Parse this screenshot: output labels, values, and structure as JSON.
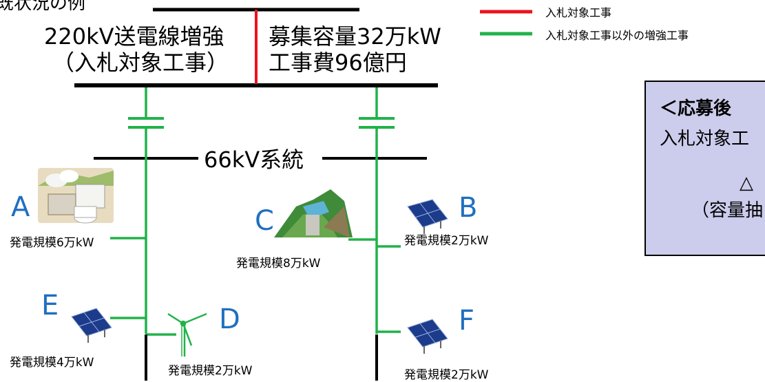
{
  "title_fragment": "既状況の例",
  "legend": {
    "red_label": "入札対象工事",
    "green_label": "入札対象工事以外の増強工事",
    "red_color": "#e8141e",
    "green_color": "#21b24a"
  },
  "upper": {
    "line_name": "220kV送電線増強",
    "line_note": "（入札対象工事）",
    "capacity": "募集容量32万kW",
    "cost": "工事費96億円"
  },
  "system_label": "66kV系統",
  "generators": [
    {
      "letter": "A",
      "scale": "発電規模6万kW",
      "icon": "thermal-plant-icon"
    },
    {
      "letter": "B",
      "scale": "発電規模2万kW",
      "icon": "solar-panel-icon"
    },
    {
      "letter": "C",
      "scale": "発電規模8万kW",
      "icon": "hydro-dam-icon"
    },
    {
      "letter": "D",
      "scale": "発電規模2万kW",
      "icon": "wind-turbine-icon"
    },
    {
      "letter": "E",
      "scale": "発電規模4万kW",
      "icon": "solar-panel-icon"
    },
    {
      "letter": "F",
      "scale": "発電規模2万kW",
      "icon": "solar-panel-icon"
    }
  ],
  "info_box": {
    "heading": "＜応募後",
    "line1": "入札対象工",
    "line2": "△",
    "line3": "（容量抽"
  }
}
